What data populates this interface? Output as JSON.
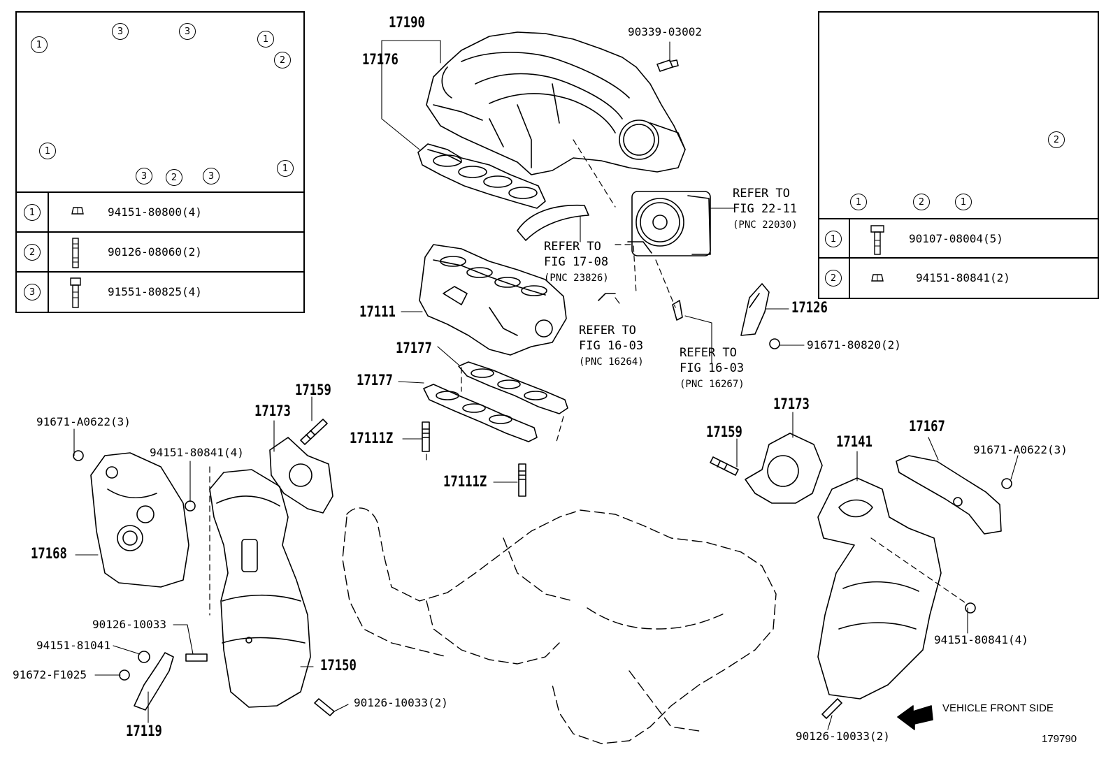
{
  "diagram_id": "179790",
  "front_note": "VEHICLE FRONT SIDE",
  "left_table": {
    "rows": [
      {
        "num": "1",
        "part": "94151-80800(4)"
      },
      {
        "num": "2",
        "part": "90126-08060(2)"
      },
      {
        "num": "3",
        "part": "91551-80825(4)"
      }
    ],
    "callouts": [
      "1",
      "3",
      "3",
      "1",
      "2",
      "1",
      "3",
      "2",
      "3",
      "1"
    ]
  },
  "right_table": {
    "rows": [
      {
        "num": "1",
        "part": "90107-08004(5)"
      },
      {
        "num": "2",
        "part": "94151-80841(2)"
      }
    ],
    "callouts": [
      "2",
      "1",
      "2",
      "1"
    ]
  },
  "parts": {
    "p17190": "17190",
    "p17176": "17176",
    "p90339": "90339-03002",
    "p17111": "17111",
    "p17177a": "17177",
    "p17177b": "17177",
    "p17111z_a": "17111Z",
    "p17111z_b": "17111Z",
    "p17126": "17126",
    "p91671_80820": "91671-80820(2)",
    "p91671_a0622_l": "91671-A0622(3)",
    "p94151_80841_l": "94151-80841(4)",
    "p17173_l": "17173",
    "p17159_l": "17159",
    "p17168": "17168",
    "p90126_10033_a": "90126-10033",
    "p94151_81041": "94151-81041",
    "p91672_f1025": "91672-F1025",
    "p17150": "17150",
    "p90126_10033_2a": "90126-10033(2)",
    "p17119": "17119",
    "p17159_r": "17159",
    "p17173_r": "17173",
    "p17141": "17141",
    "p17167": "17167",
    "p91671_a0622_r": "91671-A0622(3)",
    "p94151_80841_r": "94151-80841(4)",
    "p90126_10033_2b": "90126-10033(2)"
  },
  "refs": {
    "r1708": {
      "line1": "REFER TO",
      "line2": "FIG 17-08",
      "pnc": "(PNC 23826)"
    },
    "r2211": {
      "line1": "REFER TO",
      "line2": "FIG 22-11",
      "pnc": "(PNC 22030)"
    },
    "r1603a": {
      "line1": "REFER TO",
      "line2": "FIG 16-03",
      "pnc": "(PNC 16264)"
    },
    "r1603b": {
      "line1": "REFER TO",
      "line2": "FIG 16-03",
      "pnc": "(PNC 16267)"
    }
  },
  "icons": [
    "nut-icon",
    "stud-icon",
    "bolt-icon",
    "arrow-left-icon"
  ],
  "colors": {
    "line": "#000000",
    "background": "#ffffff"
  }
}
